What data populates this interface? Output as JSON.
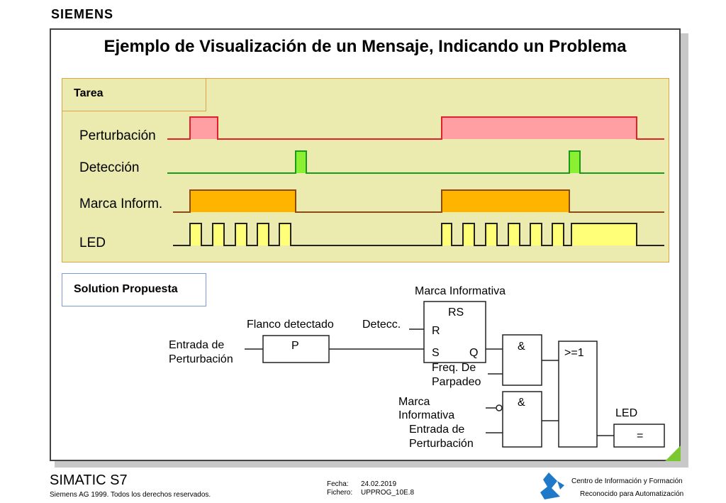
{
  "header": {
    "brand": "SIEMENS"
  },
  "title": "Ejemplo de Visualización de un Mensaje, Indicando un Problema",
  "task_panel": {
    "tab_label": "Tarea",
    "signals": [
      {
        "label": "Perturbación",
        "color": "#ff9fa3"
      },
      {
        "label": "Detección",
        "color": "#8cf032"
      },
      {
        "label": "Marca Inform.",
        "color": "#ffb400"
      },
      {
        "label": "LED",
        "color": "#ffff78"
      }
    ]
  },
  "solution_panel": {
    "tab_label": "Solution Propuesta",
    "marca_informativa_top": "Marca Informativa",
    "flanco_detectado": "Flanco detectado",
    "detecc": "Detecc.",
    "entrada_de": "Entrada de",
    "perturbacion": "Perturbación",
    "p_block": "P",
    "rs_title": "RS",
    "rs_r": "R",
    "rs_s": "S",
    "rs_q": "Q",
    "freq_de": "Freq. De",
    "parpadeo": "Parpadeo",
    "and1": "&",
    "and2": "&",
    "or_block": ">=1",
    "marca": "Marca",
    "informativa": "Informativa",
    "entrada_de_2": "Entrada de",
    "perturbacion_2": "Perturbación",
    "led": "LED",
    "assign": "="
  },
  "footer": {
    "product": "SIMATIC S7",
    "copyright": "Siemens AG 1999. Todos los derechos reservados.",
    "fecha_label": "Fecha:",
    "fecha_value": "24.02.2019",
    "fichero_label": "Fichero:",
    "fichero_value": "UPPROG_10E.8",
    "center": "Centro de Información y Formación",
    "recognized": "Reconocido para Automatización"
  }
}
